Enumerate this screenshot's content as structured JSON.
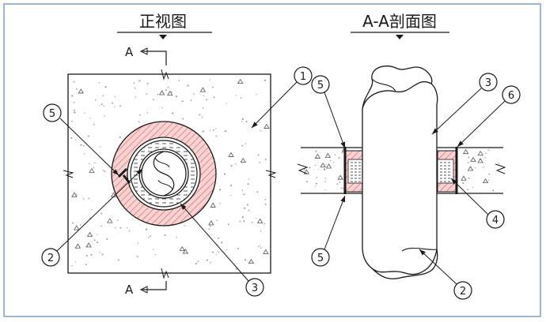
{
  "titles": {
    "front_view": "正视图",
    "section_view": "A-A剖面图"
  },
  "section_marks": {
    "top": "A",
    "bottom": "A"
  },
  "callouts": {
    "front": [
      {
        "id": "fv-1",
        "label": "1"
      },
      {
        "id": "fv-5",
        "label": "5"
      },
      {
        "id": "fv-2",
        "label": "2"
      },
      {
        "id": "fv-3",
        "label": "3"
      }
    ],
    "section": [
      {
        "id": "sv-5-top",
        "label": "5"
      },
      {
        "id": "sv-3",
        "label": "3"
      },
      {
        "id": "sv-6",
        "label": "6"
      },
      {
        "id": "sv-4",
        "label": "4"
      },
      {
        "id": "sv-5-bottom",
        "label": "5"
      },
      {
        "id": "sv-2",
        "label": "2"
      }
    ]
  },
  "colors": {
    "line": "#1a1a1a",
    "sleeve_fill": "#f7d3d3",
    "sleeve_hatch": "#e06a6a",
    "frame": "#9fb7d3"
  }
}
